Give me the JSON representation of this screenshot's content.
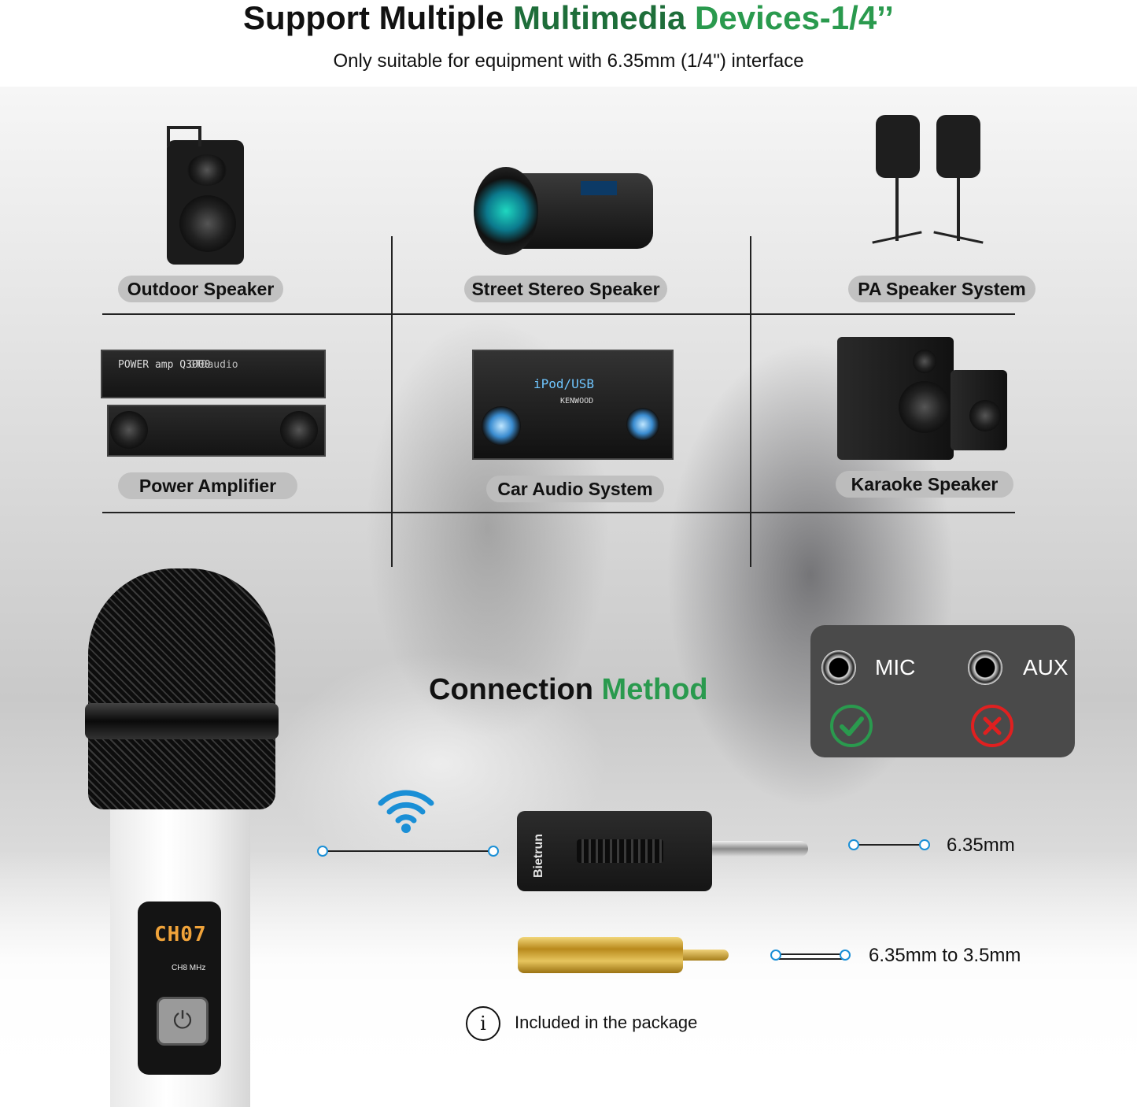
{
  "header": {
    "title_part1": "Support Multiple ",
    "title_part2": "Multimedia ",
    "title_part3": "Devices-1/4’’",
    "subtitle": "Only suitable for equipment with 6.35mm (1/4\") interface"
  },
  "devices": [
    {
      "label": "Outdoor Speaker"
    },
    {
      "label": "Street Stereo Speaker"
    },
    {
      "label": "PA Speaker System"
    },
    {
      "label": "Power Amplifier"
    },
    {
      "label": "Car Audio System"
    },
    {
      "label": "Karaoke Speaker"
    }
  ],
  "amp": {
    "top_text": "POWER amp Q3000",
    "brand": "GTDaudio"
  },
  "car_audio": {
    "display": "iPod/USB",
    "brand": "KENWOOD"
  },
  "connection": {
    "title_part1": "Connection ",
    "title_part2": "Method",
    "mic_label": "MIC",
    "aux_label": "AUX",
    "mic_status": "supported",
    "aux_status": "not-supported"
  },
  "receiver": {
    "brand": "Bietrun"
  },
  "specs": {
    "receiver_plug": "6.35mm",
    "adapter": "6.35mm to 3.5mm"
  },
  "note": {
    "text": "Included in the package"
  },
  "microphone": {
    "display": "CH07",
    "sub": "CH8  MHz"
  },
  "colors": {
    "accent_green": "#2a9a4e",
    "dark_green": "#1e6e3a",
    "wire_blue": "#1a8fd6",
    "wifi_blue": "#1a8fd6",
    "error_red": "#e02020"
  }
}
